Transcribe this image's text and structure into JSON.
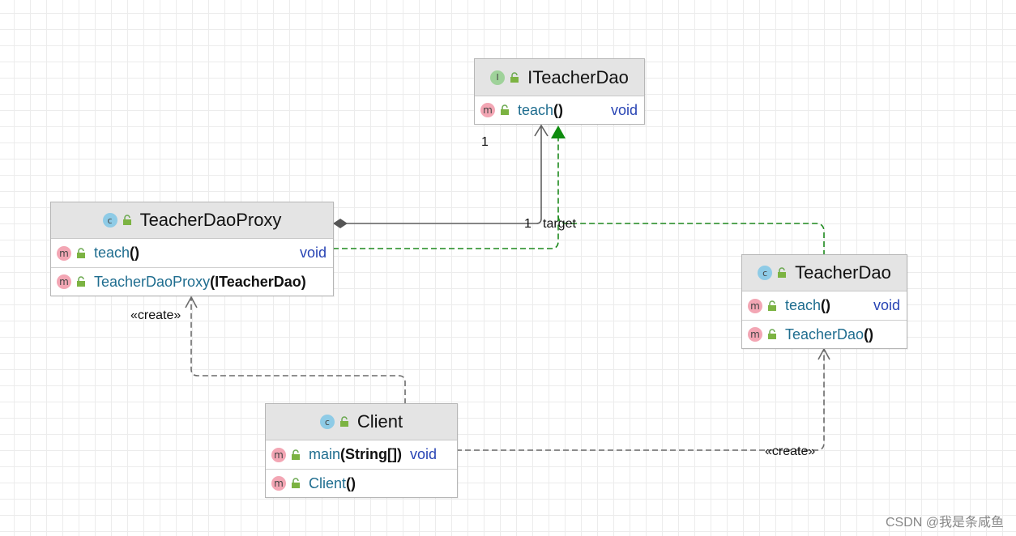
{
  "diagram": {
    "nodes": {
      "interface": {
        "badge": "I",
        "title": "ITeacherDao",
        "members": [
          {
            "badge": "m",
            "name": "teach",
            "parens": "()",
            "type": "void"
          }
        ]
      },
      "proxy": {
        "badge": "c",
        "title": "TeacherDaoProxy",
        "members": [
          {
            "badge": "m",
            "name": "teach",
            "parens": "()",
            "type": "void"
          },
          {
            "badge": "m",
            "name": "TeacherDaoProxy",
            "parens": "(ITeacherDao)"
          }
        ]
      },
      "impl": {
        "badge": "c",
        "title": "TeacherDao",
        "members": [
          {
            "badge": "m",
            "name": "teach",
            "parens": "()",
            "type": "void"
          },
          {
            "badge": "m",
            "name": "TeacherDao",
            "parens": "()"
          }
        ]
      },
      "client": {
        "badge": "c",
        "title": "Client",
        "members": [
          {
            "badge": "m",
            "name": "main",
            "parens": "(String[])",
            "type": "void"
          },
          {
            "badge": "m",
            "name": "Client",
            "parens": "()"
          }
        ]
      }
    },
    "edge_labels": {
      "multiplicity_interface_end": "1",
      "multiplicity_proxy_end": "1",
      "role": "target",
      "create_proxy": "«create»",
      "create_impl": "«create»"
    },
    "colors": {
      "association": "#606060",
      "realization": "#1e8a1e",
      "dependency": "#6a6a6a",
      "header_bg": "#e4e4e4",
      "member_name": "#1f6d8f",
      "member_type": "#2844b4"
    }
  },
  "watermark": "CSDN @我是条咸鱼"
}
